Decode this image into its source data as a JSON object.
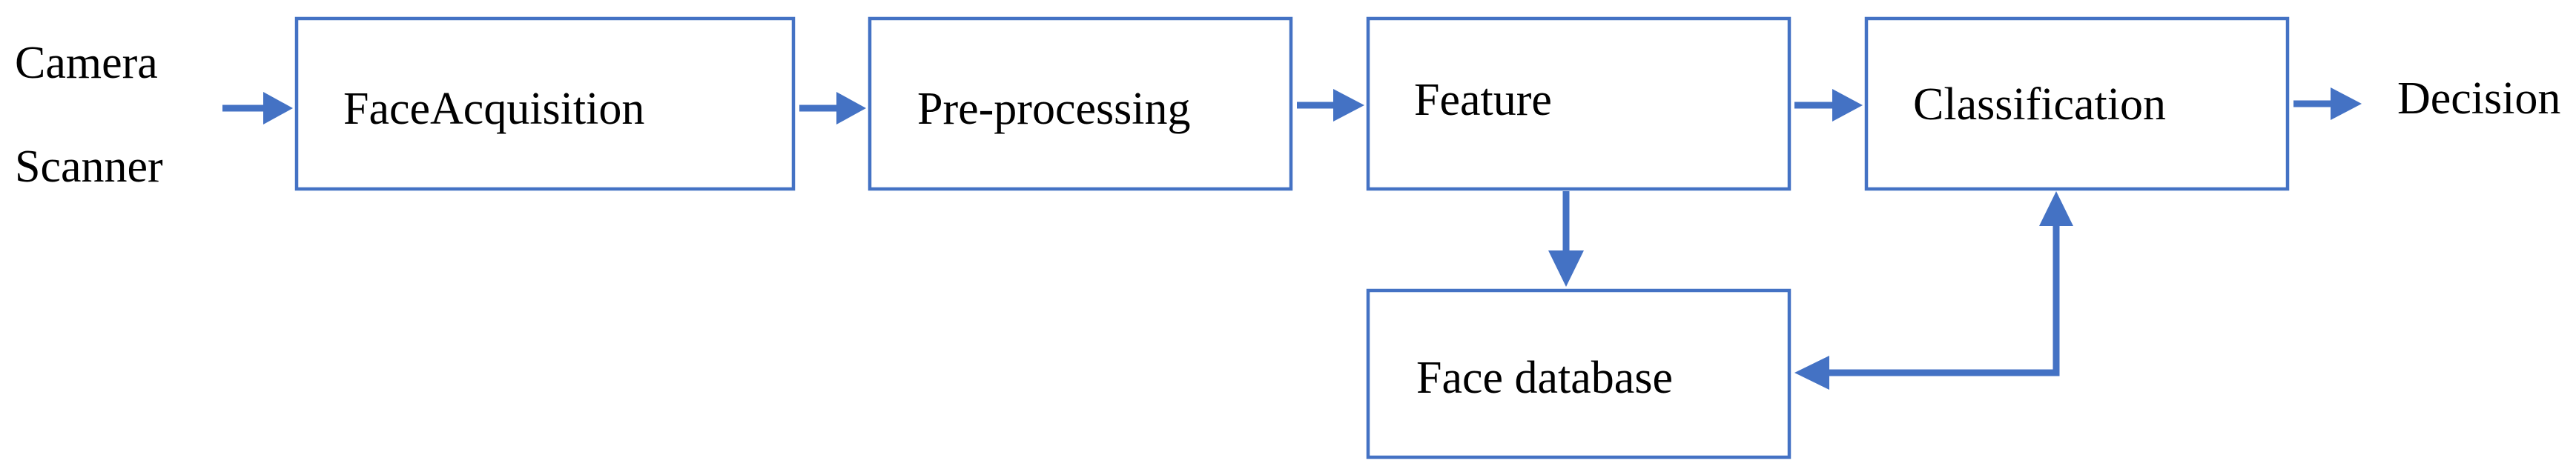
{
  "inputs": {
    "camera": "Camera",
    "scanner": "Scanner"
  },
  "output": {
    "decision": "Decision"
  },
  "boxes": {
    "face_acquisition": "FaceAcquisition",
    "preprocessing": "Pre-processing",
    "feature": "Feature",
    "classification": "Classification",
    "face_database": "Face database"
  },
  "colors": {
    "accent": "#4472c4",
    "text": "#000000",
    "background": "#ffffff"
  }
}
